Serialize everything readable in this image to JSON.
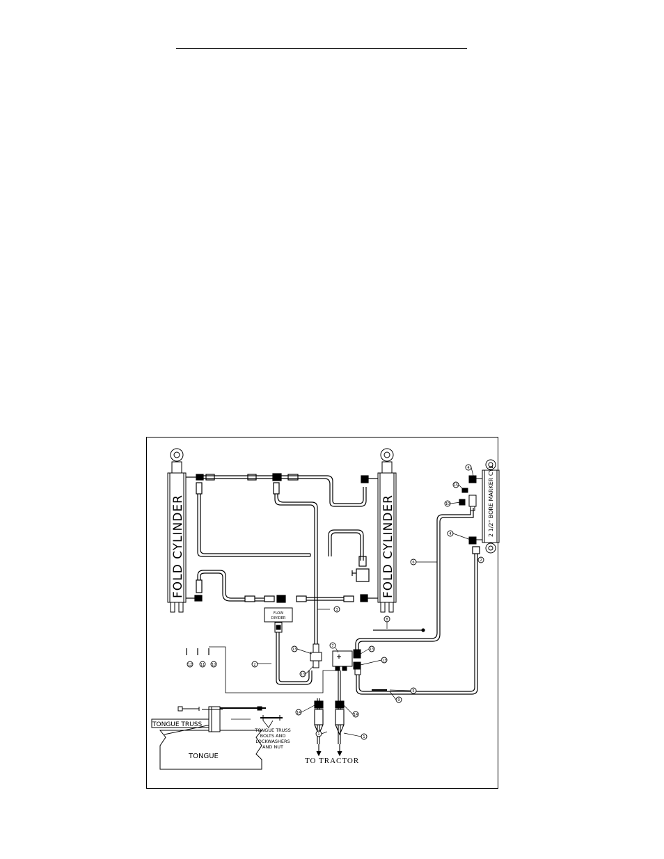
{
  "diagram": {
    "left_cylinder_label": "FOLD CYLINDER",
    "right_cylinder_label": "FOLD CYLINDER",
    "marker_cylinder_label": "2 1/2\" BORE MARKER CYL",
    "flow_divider_line1": "FLOW",
    "flow_divider_line2": "DIVIDER",
    "tongue_truss_label": "TONGUE TRUSS",
    "tongue_label": "TONGUE",
    "bolts_note_line1": "TONGUE TRUSS",
    "bolts_note_line2": "BOLTS AND",
    "bolts_note_line3": "LOCKWASHERS",
    "bolts_note_line4": "AND NUT",
    "to_tractor_label": "TO TRACTOR",
    "callouts": {
      "c1a": "1",
      "c1b": "1",
      "c2a": "2",
      "c2b": "2",
      "c3": "3",
      "c4a": "4",
      "c4b": "4",
      "c5": "5",
      "c6": "6",
      "c7": "7",
      "c8": "8",
      "c9": "9",
      "c10a": "10",
      "c10b": "10",
      "c11": "11",
      "c12": "12",
      "c13a": "13",
      "c13b": "13",
      "c13c": "13",
      "c13d": "13",
      "c14a": "14",
      "c14b": "14",
      "c15": "15"
    }
  }
}
